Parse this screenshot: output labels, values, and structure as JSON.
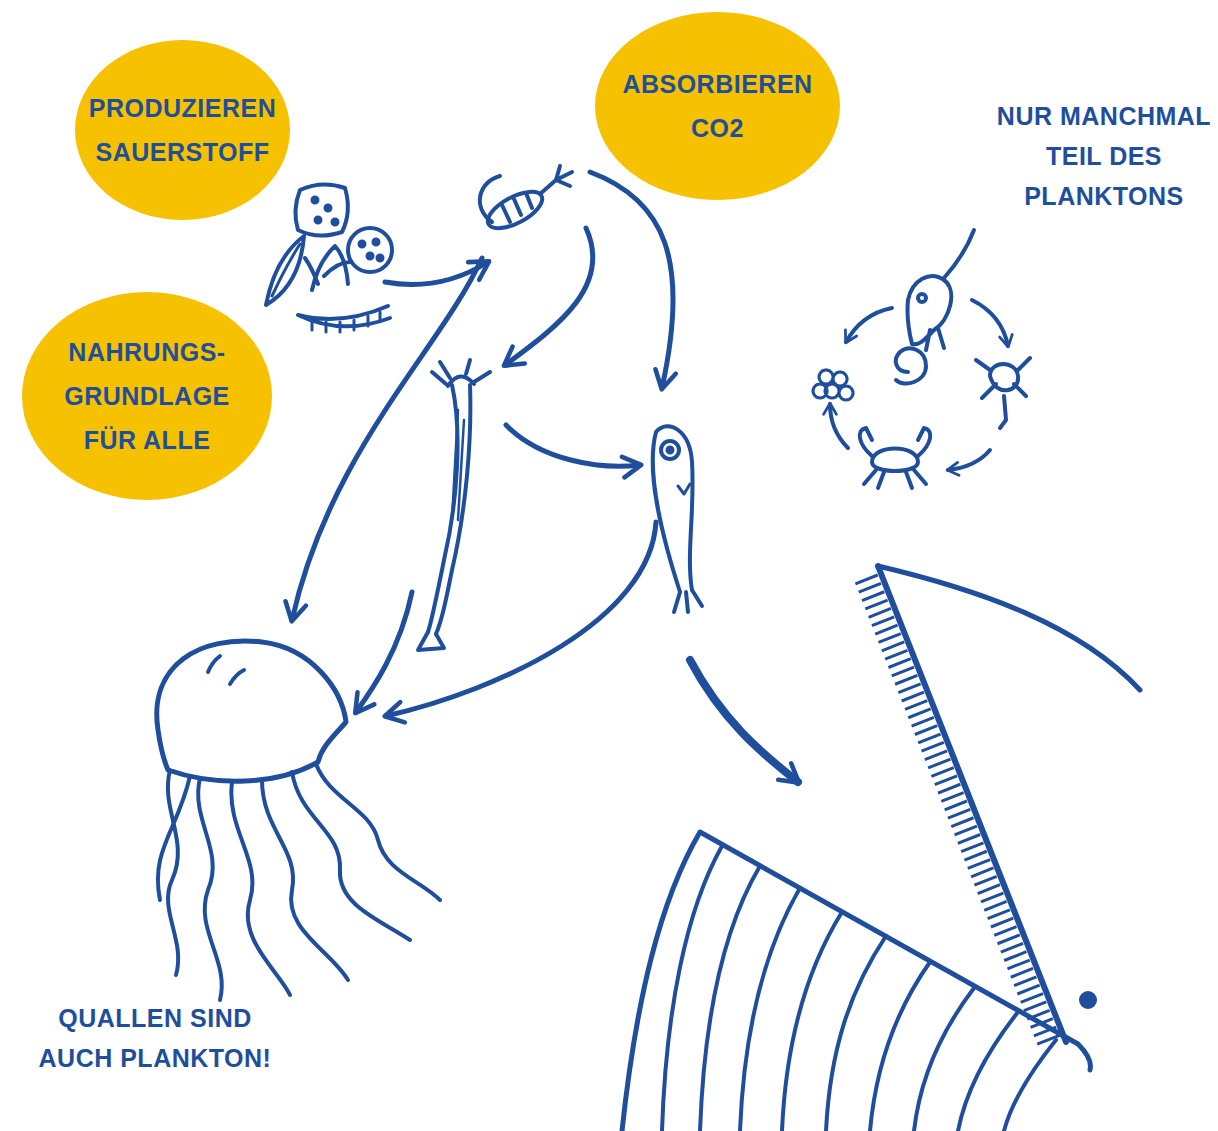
{
  "diagram": {
    "nodes": [
      {
        "text": [
          "PRODUZIEREN SAUERSTOFF"
        ]
      },
      {
        "text": [
          "ABSORBIEREN CO2"
        ]
      },
      {
        "text": [
          "NAHRUNGS- GRUNDLAGE FÜR ALLE"
        ]
      }
    ],
    "labels": [
      "NUR MANCHMAL TEIL DES PLANKTONS",
      "QUALLEN SIND AUCH PLANKTON!"
    ]
  }
}
